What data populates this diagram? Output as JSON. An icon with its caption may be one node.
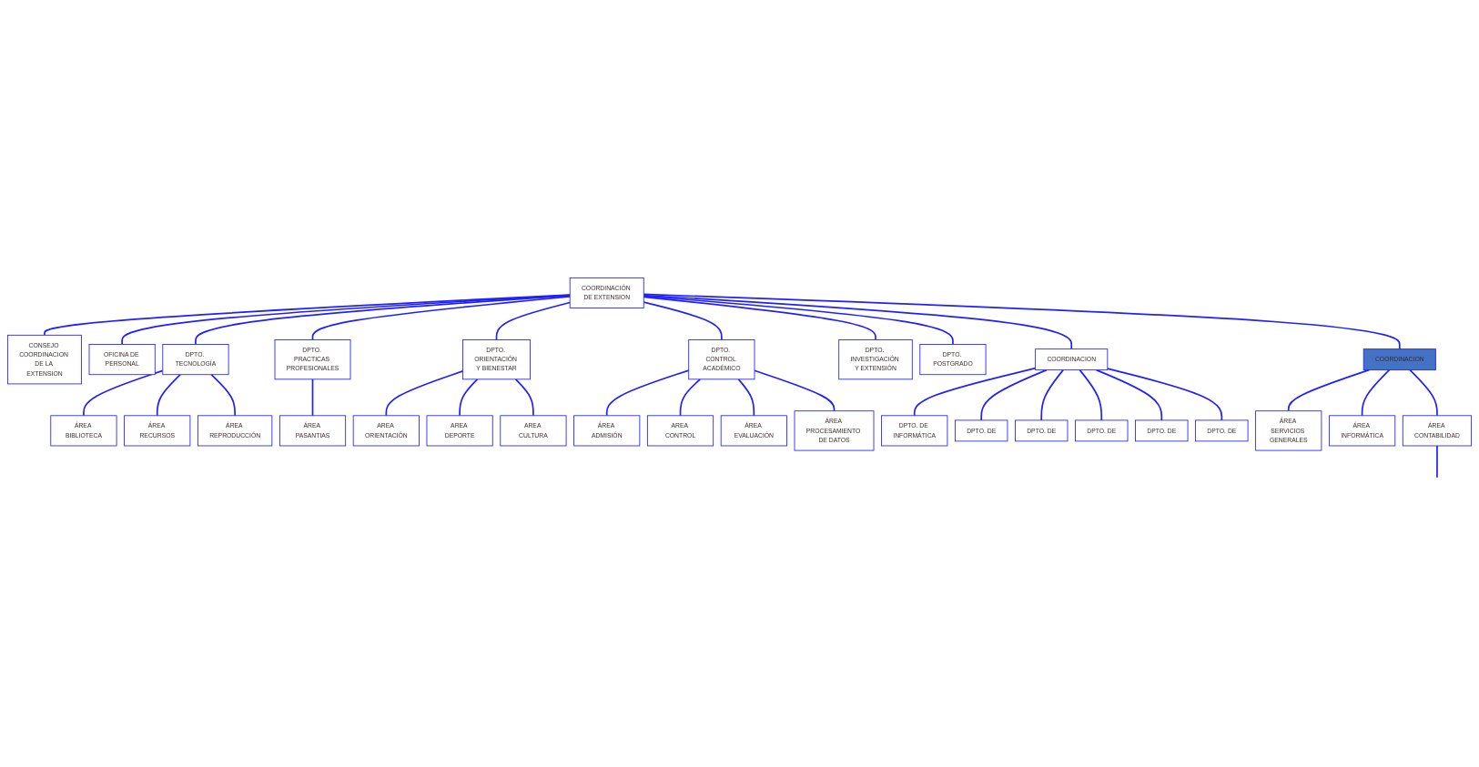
{
  "diagram": {
    "nodes": [
      {
        "text": [
          "COORDINACIÓN DE EXTENSION"
        ]
      },
      {
        "text": [
          "CONSEJO COORDINACION DE LA EXTENSION"
        ]
      },
      {
        "text": [
          "OFICINA DE PERSONAL"
        ]
      },
      {
        "text": [
          "COORDINACION"
        ]
      },
      {
        "text": [
          "DPTO. TECNOLOGÍA"
        ]
      },
      {
        "text": [
          "DPTO. PRACTICAS PROFESIONALES"
        ]
      },
      {
        "text": [
          "DPTO. ORIENTACIÓN Y BIENESTAR"
        ]
      },
      {
        "text": [
          "DPTO. INVESTIGACIÓN Y EXTENSIÓN"
        ]
      },
      {
        "text": [
          "DPTO. POSTGRADO"
        ]
      },
      {
        "text": [
          "DPTO. CONTROL ACADÉMICO"
        ]
      },
      {
        "text": [
          "COORDINACION"
        ]
      },
      {
        "text": [
          "ÁREA BIBLIOTECA"
        ]
      },
      {
        "text": [
          "ÁREA RECURSOS"
        ]
      },
      {
        "text": [
          "ÁREA REPRODUCCIÓN"
        ]
      },
      {
        "text": [
          "ÁREA PASANTIAS"
        ]
      },
      {
        "text": [
          "AREA ORIENTACIÓN"
        ]
      },
      {
        "text": [
          "AREA DEPORTE"
        ]
      },
      {
        "text": [
          "AREA CULTURA"
        ]
      },
      {
        "text": [
          "ÁREA ADMISIÓN"
        ]
      },
      {
        "text": [
          "AREA CONTROL"
        ]
      },
      {
        "text": [
          "ÁREA EVALUACIÓN"
        ]
      },
      {
        "text": [
          "ÁREA PROCESAMIENTO DE DATOS"
        ]
      },
      {
        "text": [
          "DPTO. DE INFORMÁTICA"
        ]
      },
      {
        "text": [
          "DPTO. DE"
        ]
      },
      {
        "text": [
          "DPTO. DE"
        ]
      },
      {
        "text": [
          "DPTO. DE"
        ]
      },
      {
        "text": [
          "DPTO. DE"
        ]
      },
      {
        "text": [
          "DPTO. DE"
        ]
      },
      {
        "text": [
          "ÁREA SERVICIOS GENERALES"
        ]
      },
      {
        "text": [
          "ÁREA INFORMÁTICA"
        ]
      },
      {
        "text": [
          "ÁREA CONTABILIDAD"
        ]
      }
    ],
    "edges": [
      {
        "from": 0,
        "to": 1,
        "arrow": "none"
      },
      {
        "from": 0,
        "to": 2,
        "arrow": "none"
      },
      {
        "from": 0,
        "to": 3,
        "arrow": "none"
      },
      {
        "from": 0,
        "to": 4,
        "arrow": "none"
      },
      {
        "from": 0,
        "to": 5,
        "arrow": "none"
      },
      {
        "from": 0,
        "to": 6,
        "arrow": "none"
      },
      {
        "from": 0,
        "to": 7,
        "arrow": "none"
      },
      {
        "from": 0,
        "to": 8,
        "arrow": "none"
      },
      {
        "from": 0,
        "to": 9,
        "arrow": "none"
      },
      {
        "from": 0,
        "to": 10,
        "arrow": "none"
      },
      {
        "from": 4,
        "to": 11,
        "arrow": "none"
      },
      {
        "from": 4,
        "to": 12,
        "arrow": "none"
      },
      {
        "from": 4,
        "to": 13,
        "arrow": "none"
      },
      {
        "from": 5,
        "to": 14,
        "arrow": "none"
      },
      {
        "from": 6,
        "to": 15,
        "arrow": "none"
      },
      {
        "from": 6,
        "to": 16,
        "arrow": "none"
      },
      {
        "from": 6,
        "to": 17,
        "arrow": "none"
      },
      {
        "from": 9,
        "to": 18,
        "arrow": "none"
      },
      {
        "from": 9,
        "to": 19,
        "arrow": "none"
      },
      {
        "from": 9,
        "to": 20,
        "arrow": "none"
      },
      {
        "from": 9,
        "to": 21,
        "arrow": "none"
      },
      {
        "from": 3,
        "to": 22,
        "arrow": "none"
      },
      {
        "from": 3,
        "to": 23,
        "arrow": "none"
      },
      {
        "from": 3,
        "to": 24,
        "arrow": "none"
      },
      {
        "from": 3,
        "to": 25,
        "arrow": "none"
      },
      {
        "from": 3,
        "to": 26,
        "arrow": "none"
      },
      {
        "from": 3,
        "to": 27,
        "arrow": "none"
      },
      {
        "from": 10,
        "to": 28,
        "arrow": "none"
      },
      {
        "from": 10,
        "to": 29,
        "arrow": "none"
      },
      {
        "from": 10,
        "to": 30,
        "arrow": "none"
      },
      {
        "from": 30,
        "to": null,
        "arrow": "none"
      }
    ]
  }
}
